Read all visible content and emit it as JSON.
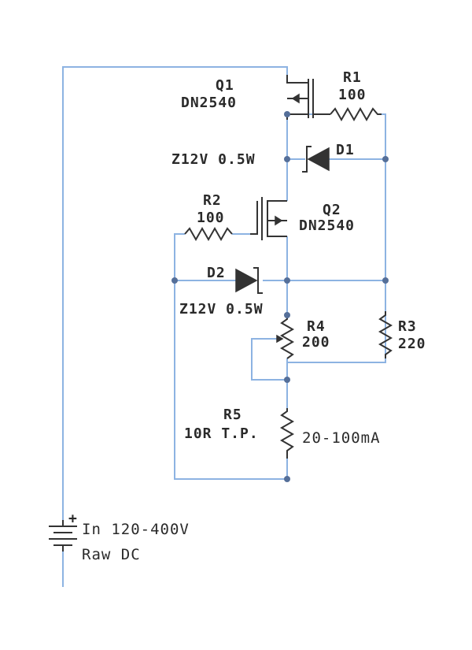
{
  "components": {
    "q1": {
      "ref": "Q1",
      "part": "DN2540"
    },
    "r1": {
      "ref": "R1",
      "value": "100"
    },
    "d1": {
      "ref": "D1",
      "spec": "Z12V 0.5W"
    },
    "r2": {
      "ref": "R2",
      "value": "100"
    },
    "q2": {
      "ref": "Q2",
      "part": "DN2540"
    },
    "d2": {
      "ref": "D2",
      "spec": "Z12V 0.5W"
    },
    "r4": {
      "ref": "R4",
      "value": "200"
    },
    "r3": {
      "ref": "R3",
      "value": "220"
    },
    "r5": {
      "ref": "R5",
      "value": "10R T.P.",
      "range": "20-100mA"
    }
  },
  "supply": {
    "polarity": "+",
    "label_line1": "In 120-400V",
    "label_line2": "Raw DC"
  },
  "colors": {
    "wire": "#8db3e2",
    "component": "#333333",
    "node": "#556f99"
  }
}
